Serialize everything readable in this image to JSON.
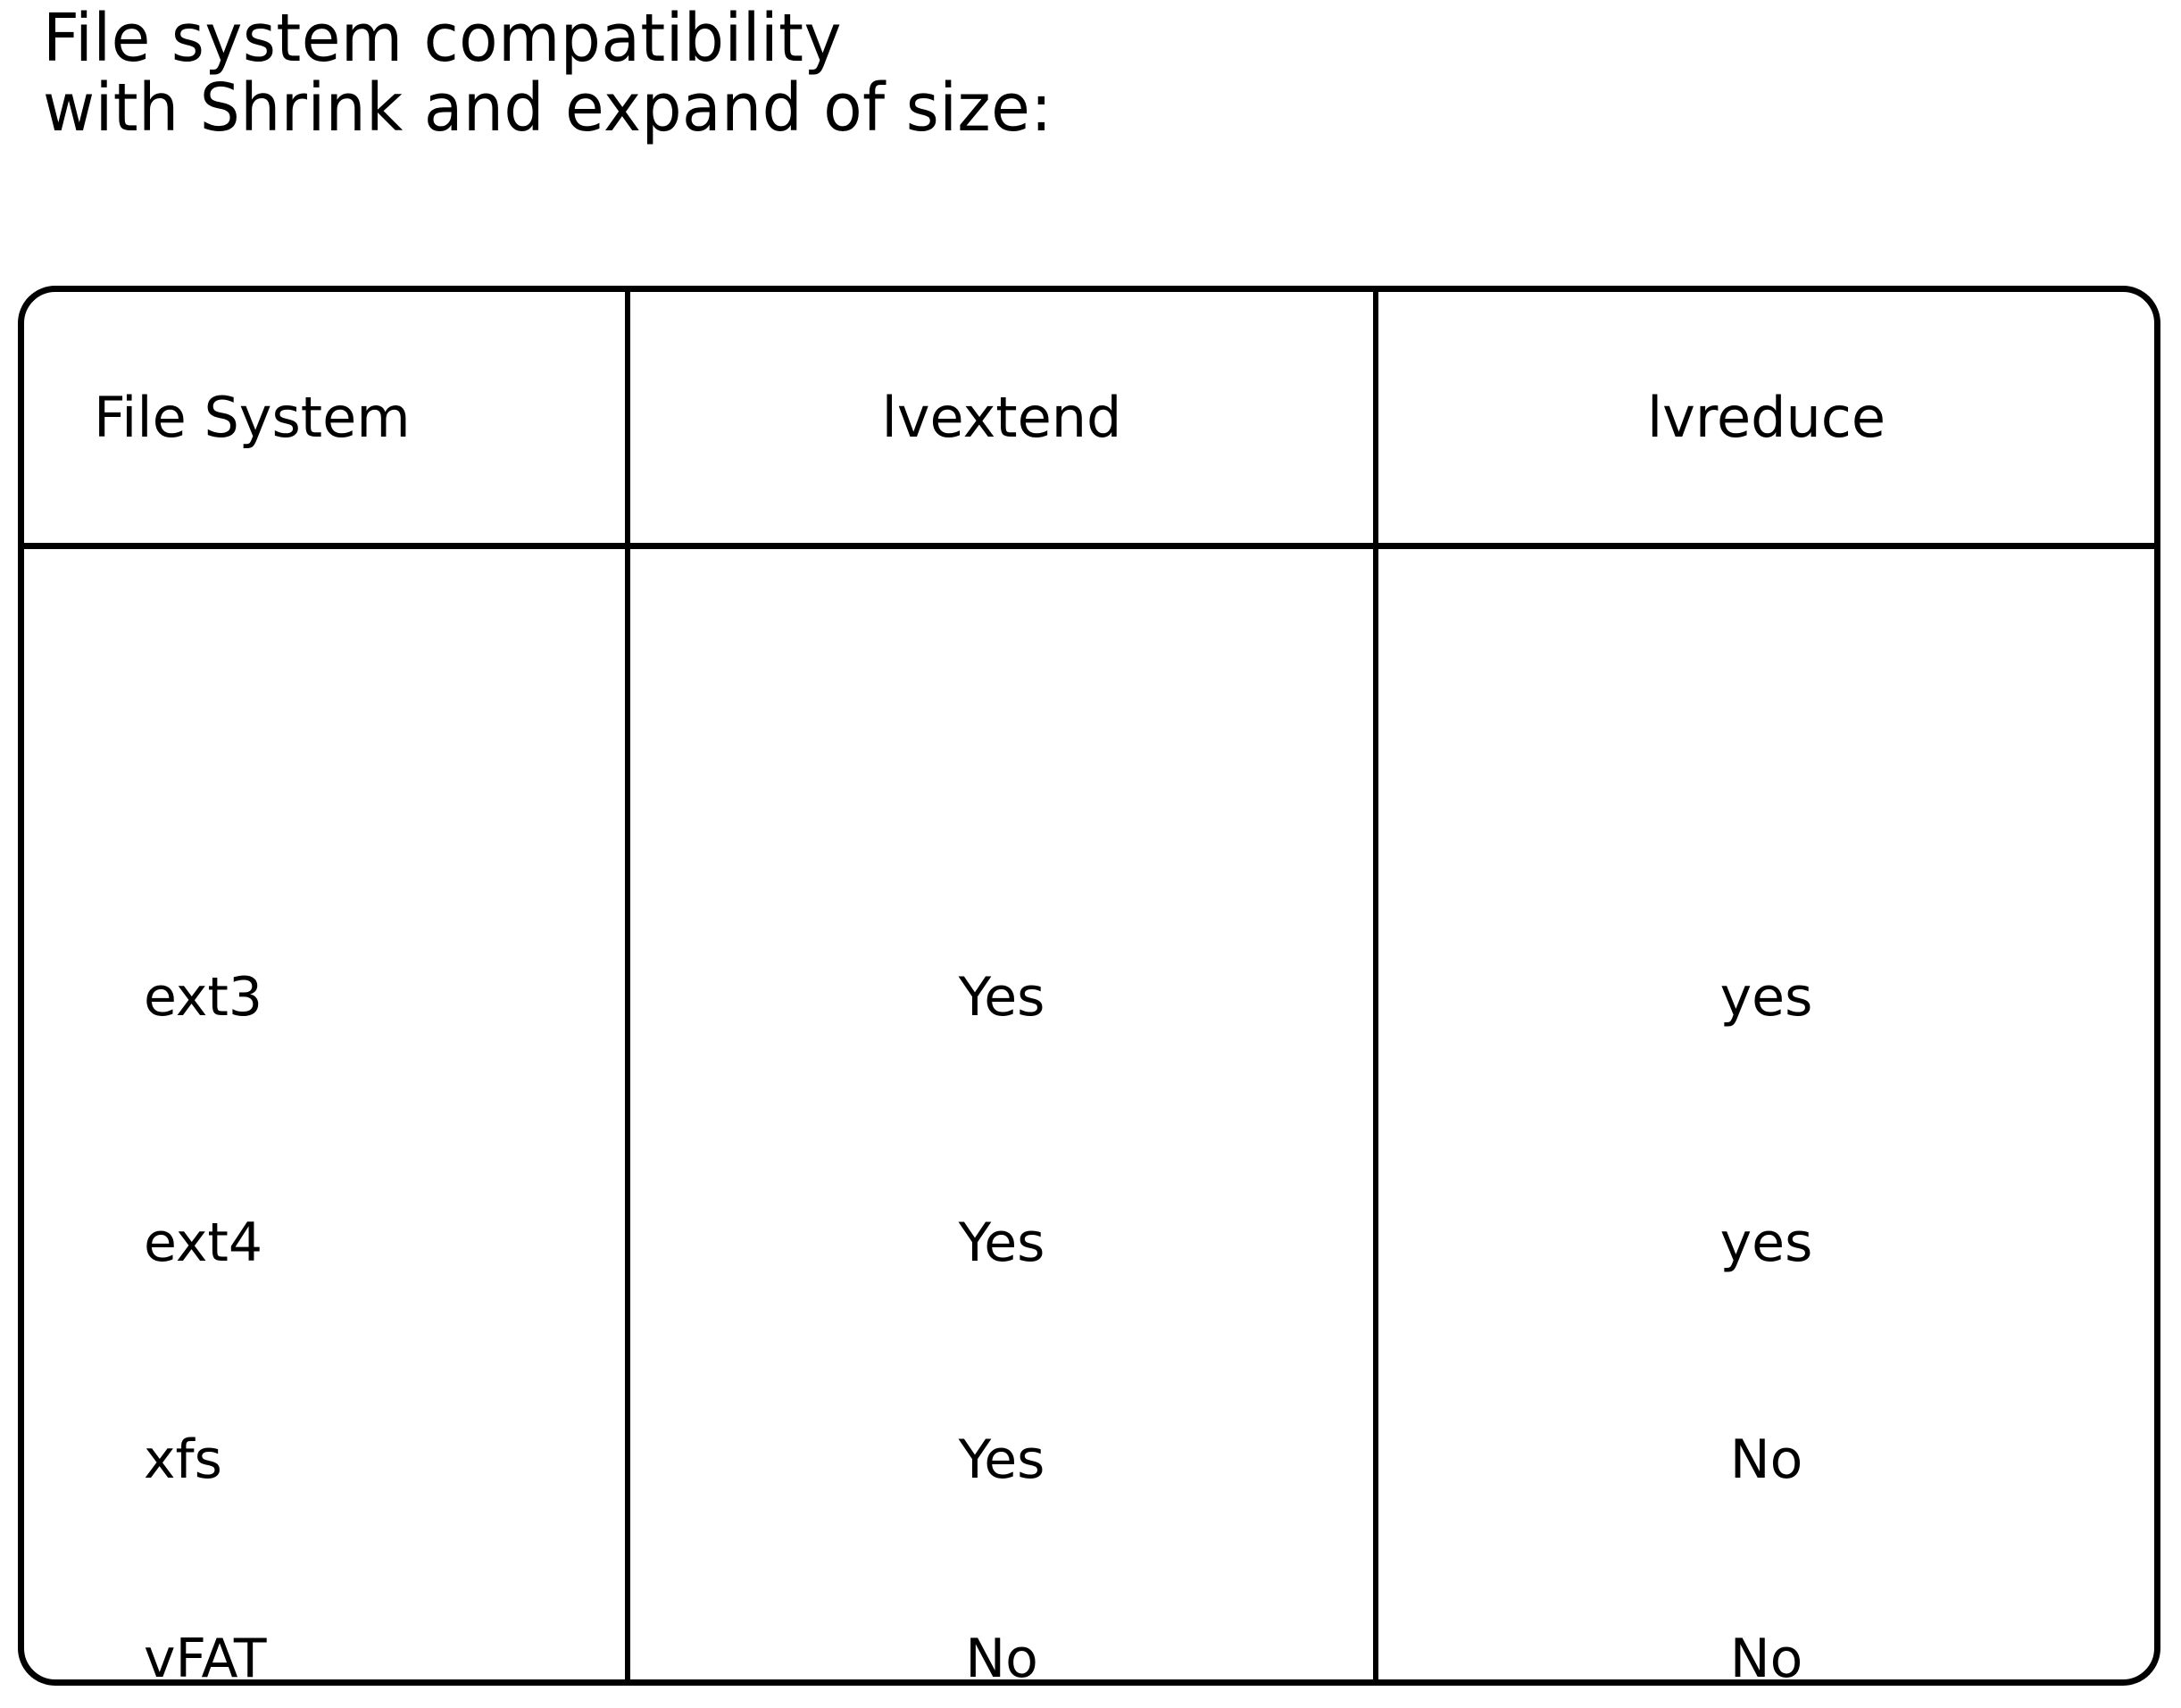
{
  "title": {
    "line1": "File system compatibility",
    "line2": "with Shrink and expand of size:"
  },
  "table": {
    "columns": [
      {
        "key": "filesystem",
        "label": "File System"
      },
      {
        "key": "lvextend",
        "label": "lvextend"
      },
      {
        "key": "lvreduce",
        "label": "lvreduce"
      }
    ],
    "rows": [
      {
        "filesystem": "ext3",
        "lvextend": "Yes",
        "lvreduce": "yes"
      },
      {
        "filesystem": "ext4",
        "lvextend": "Yes",
        "lvreduce": "yes"
      },
      {
        "filesystem": "xfs",
        "lvextend": "Yes",
        "lvreduce": "No"
      },
      {
        "filesystem": "vFAT",
        "lvextend": "No",
        "lvreduce": "No"
      }
    ]
  },
  "colors": {
    "background": "#ffffff",
    "ink": "#000000"
  }
}
